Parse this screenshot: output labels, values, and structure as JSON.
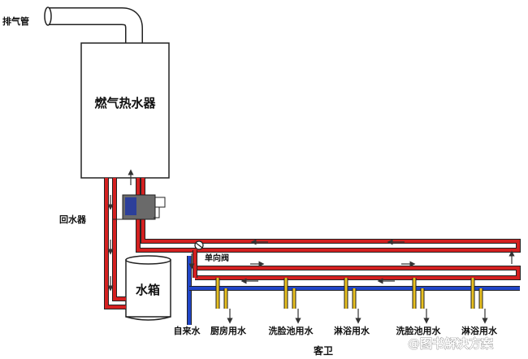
{
  "labels": {
    "exhaust_pipe": "排气管",
    "heater": "燃气热水器",
    "return_device": "回水器",
    "check_valve": "单向阀",
    "tank": "水箱",
    "tap_water": "自来水",
    "kitchen": "厨房用水",
    "wash_basin_1": "洗脸池用水",
    "shower_1": "淋浴用水",
    "wash_basin_2": "洗脸池用水",
    "shower_2": "淋浴用水",
    "guest_bath": "客卫",
    "watermark": "@图书解决方案"
  },
  "colors": {
    "hot": "#d42020",
    "cold": "#2046c8",
    "outline": "#222222",
    "controller_body": "#6a6a6a",
    "controller_screen": "#2c3f9a"
  }
}
